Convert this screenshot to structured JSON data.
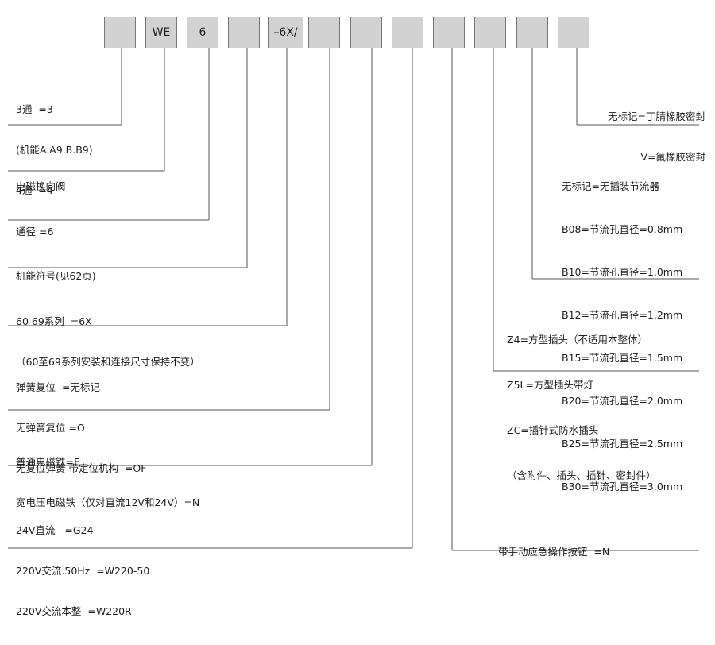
{
  "code_boxes": [
    "",
    "WE",
    "6",
    "",
    "–6X/",
    "",
    "",
    "",
    "",
    "",
    "",
    ""
  ],
  "left_labels": [
    {
      "lines": [
        "3通  =3",
        "(机能A.A9.B.B9)",
        "4通  =4"
      ]
    },
    {
      "lines": [
        "电磁换向阀"
      ]
    },
    {
      "lines": [
        "通径 =6"
      ]
    },
    {
      "lines": [
        "机能符号(见62页)"
      ]
    },
    {
      "lines": [
        "60 69系列  =6X",
        "（60至69系列安装和连接尺寸保持不变）"
      ]
    },
    {
      "lines": [
        "弹簧复位  =无标记",
        "无弹簧复位 =O",
        "无复位弹簧 带定位机构  =OF"
      ]
    },
    {
      "lines": [
        "普通电磁铁=E",
        "宽电压电磁铁（仅对直流12V和24V）=N"
      ]
    },
    {
      "lines": [
        "24V直流   =G24",
        "220V交流.50Hz  =W220-50",
        "220V交流本整  =W220R"
      ]
    }
  ],
  "right_labels": [
    {
      "lines": [
        "无标记=丁腈橡胶密封",
        "V=氟橡胶密封"
      ]
    },
    {
      "lines": [
        "无标记=无插装节流器",
        "B08=节流孔直径=0.8mm",
        "B10=节流孔直径=1.0mm",
        "B12=节流孔直径=1.2mm",
        "B15=节流孔直径=1.5mm",
        "B20=节流孔直径=2.0mm",
        "B25=节流孔直径=2.5mm",
        "B30=节流孔直径=3.0mm"
      ]
    },
    {
      "lines": [
        "Z4=方型插头（不适用本整体）",
        "Z5L=方型插头带灯",
        "ZC=插针式防水插头",
        "（含附件、插头、插针、密封件）"
      ]
    },
    {
      "lines": [
        "带手动应急操作按钮  =N"
      ]
    }
  ]
}
